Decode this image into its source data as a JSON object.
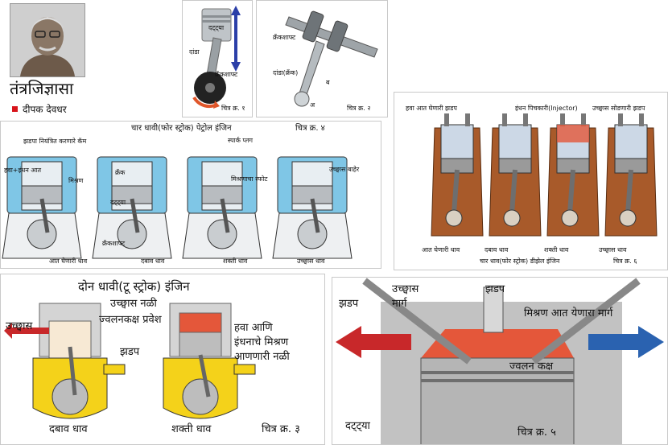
{
  "column": {
    "title": "तंत्रजिज्ञासा",
    "author": "दीपक देवधर",
    "author_bullet_color": "#d8141b"
  },
  "fig1": {
    "caption": "चित्र क्र. १",
    "labels": [
      "दट्ट्या",
      "दांडा",
      "क्रँकशाफ्ट"
    ]
  },
  "fig2": {
    "caption": "चित्र क्र. २",
    "labels": [
      "क्रँकशाफ्ट",
      "दांडा(क्रँक)",
      "ब",
      "अ"
    ]
  },
  "fig4": {
    "title": "चार धावी(फोर स्ट्रोक) पेट्रोल इंजिन",
    "caption": "चित्र क्र. ४",
    "labels": {
      "cam": "झडपा नियंत्रित करणारे कॅम",
      "intake": "हवा+इंधन आत",
      "mixture": "मिश्रण",
      "crank": "क्रँक",
      "piston": "दट्ट्या",
      "crankshaft": "क्रँकशाफ्ट",
      "spark_plug": "स्पार्क प्लग",
      "mixture_blast": "मिश्रणाचा स्फोट",
      "exhaust_out": "उच्छ्वास बाहेर"
    },
    "strokes": [
      "आत घेणारी धाव",
      "दबाव धाव",
      "शक्ती धाव",
      "उच्छ्वास धाव"
    ]
  },
  "fig6": {
    "labels": {
      "air_valve": "हवा आत घेणारी झडप",
      "injector": "इंधन पिचकारी(Injector)",
      "exhaust_valve": "उच्छ्वास सोडणारी झडप"
    },
    "strokes": [
      "आत घेणारी धाव",
      "दबाव धाव",
      "शक्ती धाव",
      "उच्छ्वास धाव"
    ],
    "title": "चार धाव(फोर स्ट्रोक) डीझेल इंजिन",
    "caption": "चित्र क्र. ६"
  },
  "fig3": {
    "title": "दोन धावी(टू स्ट्रोक) इंजिन",
    "labels": {
      "exhaust": "उच्छ्वास",
      "exhaust_pipe": "उच्छ्वास नळी",
      "combustion_entry": "ज्वलनकक्ष प्रवेश",
      "valve": "झडप",
      "air_fuel_pipe": [
        "हवा आणि",
        "इंधनाचे मिश्रण",
        "आणणारी नळी"
      ]
    },
    "strokes": [
      "दबाव धाव",
      "शक्ती धाव"
    ],
    "caption": "चित्र क्र. ३"
  },
  "fig5": {
    "labels": {
      "valve_left": "झडप",
      "exhaust_path": [
        "उच्छ्वास",
        "मार्ग"
      ],
      "valve_right": "झडप",
      "mixture_path": "मिश्रण आत येणारा मार्ग",
      "chamber": "ज्वलन कक्ष",
      "piston": "दट्ट्या"
    },
    "caption": "चित्र क्र. ५"
  },
  "colors": {
    "arrow_red": "#c8282a",
    "arrow_blue": "#2a62b0",
    "engine_yellow": "#f4d21a",
    "diesel_brown": "#a85a2a",
    "coolant_blue": "#7fc6e6",
    "combustion_red": "#e4573a"
  }
}
